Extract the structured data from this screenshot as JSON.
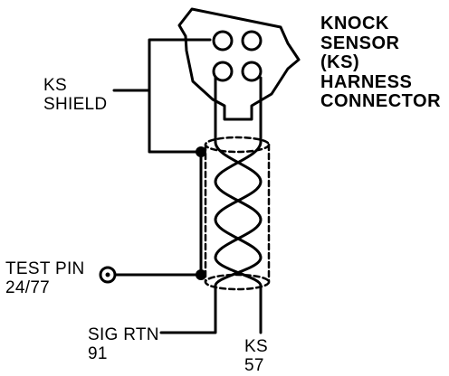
{
  "connector_label": {
    "lines": [
      "KNOCK",
      "SENSOR",
      "(KS)",
      "HARNESS",
      "CONNECTOR"
    ]
  },
  "shield_label": {
    "lines": [
      "KS",
      "SHIELD"
    ]
  },
  "test_pin_label": {
    "lines": [
      "TEST PIN",
      "24/77"
    ]
  },
  "sig_rtn_label": {
    "lines": [
      "SIG RTN",
      "91"
    ]
  },
  "ks_label": {
    "lines": [
      "KS",
      "57"
    ]
  },
  "colors": {
    "ink": "#000000",
    "background": "#ffffff"
  }
}
